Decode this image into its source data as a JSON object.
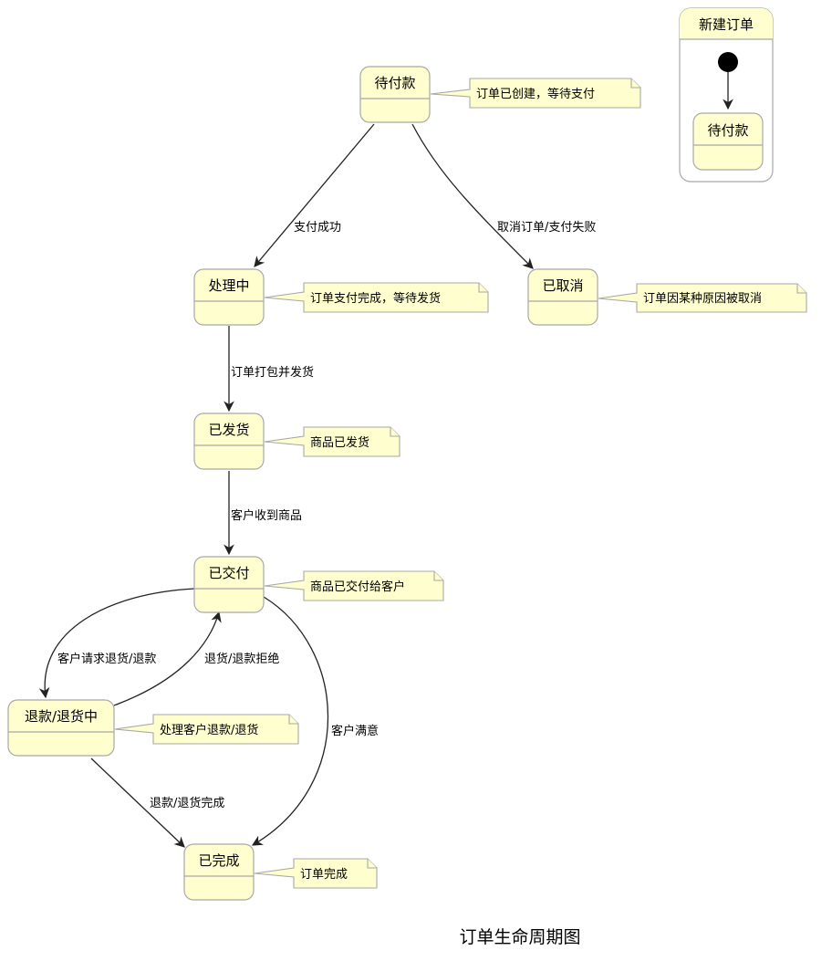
{
  "states": {
    "pending_payment": "待付款",
    "processing": "处理中",
    "cancelled": "已取消",
    "shipped": "已发货",
    "delivered": "已交付",
    "refunding": "退款/退货中",
    "completed": "已完成"
  },
  "notes": {
    "pending_payment": "订单已创建，等待支付",
    "processing": "订单支付完成，等待发货",
    "cancelled": "订单因某种原因被取消",
    "shipped": "商品已发货",
    "delivered": "商品已交付给客户",
    "refunding": "处理客户退款/退货",
    "completed": "订单完成"
  },
  "transitions": {
    "pay_success": "支付成功",
    "cancel_or_fail": "取消订单/支付失败",
    "pack_and_ship": "订单打包并发货",
    "customer_received": "客户收到商品",
    "request_refund": "客户请求退货/退款",
    "refund_rejected": "退货/退款拒绝",
    "customer_satisfied": "客户满意",
    "refund_done": "退款/退货完成"
  },
  "composite": {
    "title": "新建订单",
    "inner_state": "待付款"
  },
  "caption": "订单生命周期图",
  "colors": {
    "state_fill": "#FEFECE",
    "border": "#A8A8A8",
    "arrow": "#222222",
    "initial_dot": "#000000"
  }
}
